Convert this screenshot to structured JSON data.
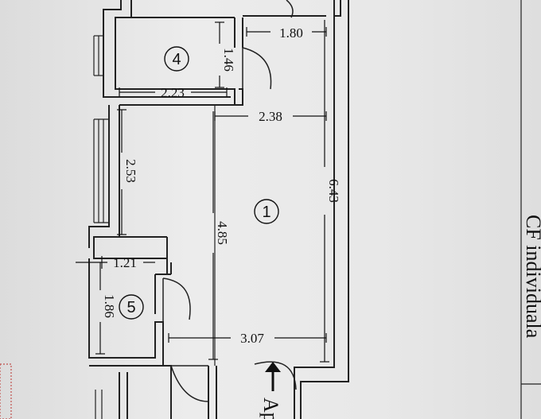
{
  "plan": {
    "dimensions": {
      "d_180": "1.80",
      "d_146": "1.46",
      "d_223": "2.23",
      "d_238": "2.38",
      "d_253": "2.53",
      "d_643": "6.43",
      "d_485": "4.85",
      "d_121": "1.21",
      "d_186": "1.86",
      "d_307": "3.07"
    },
    "rooms": {
      "room_4": "4",
      "room_1": "1",
      "room_5": "5"
    },
    "side_text": "CF individuala",
    "bottom_text": "Ap"
  }
}
